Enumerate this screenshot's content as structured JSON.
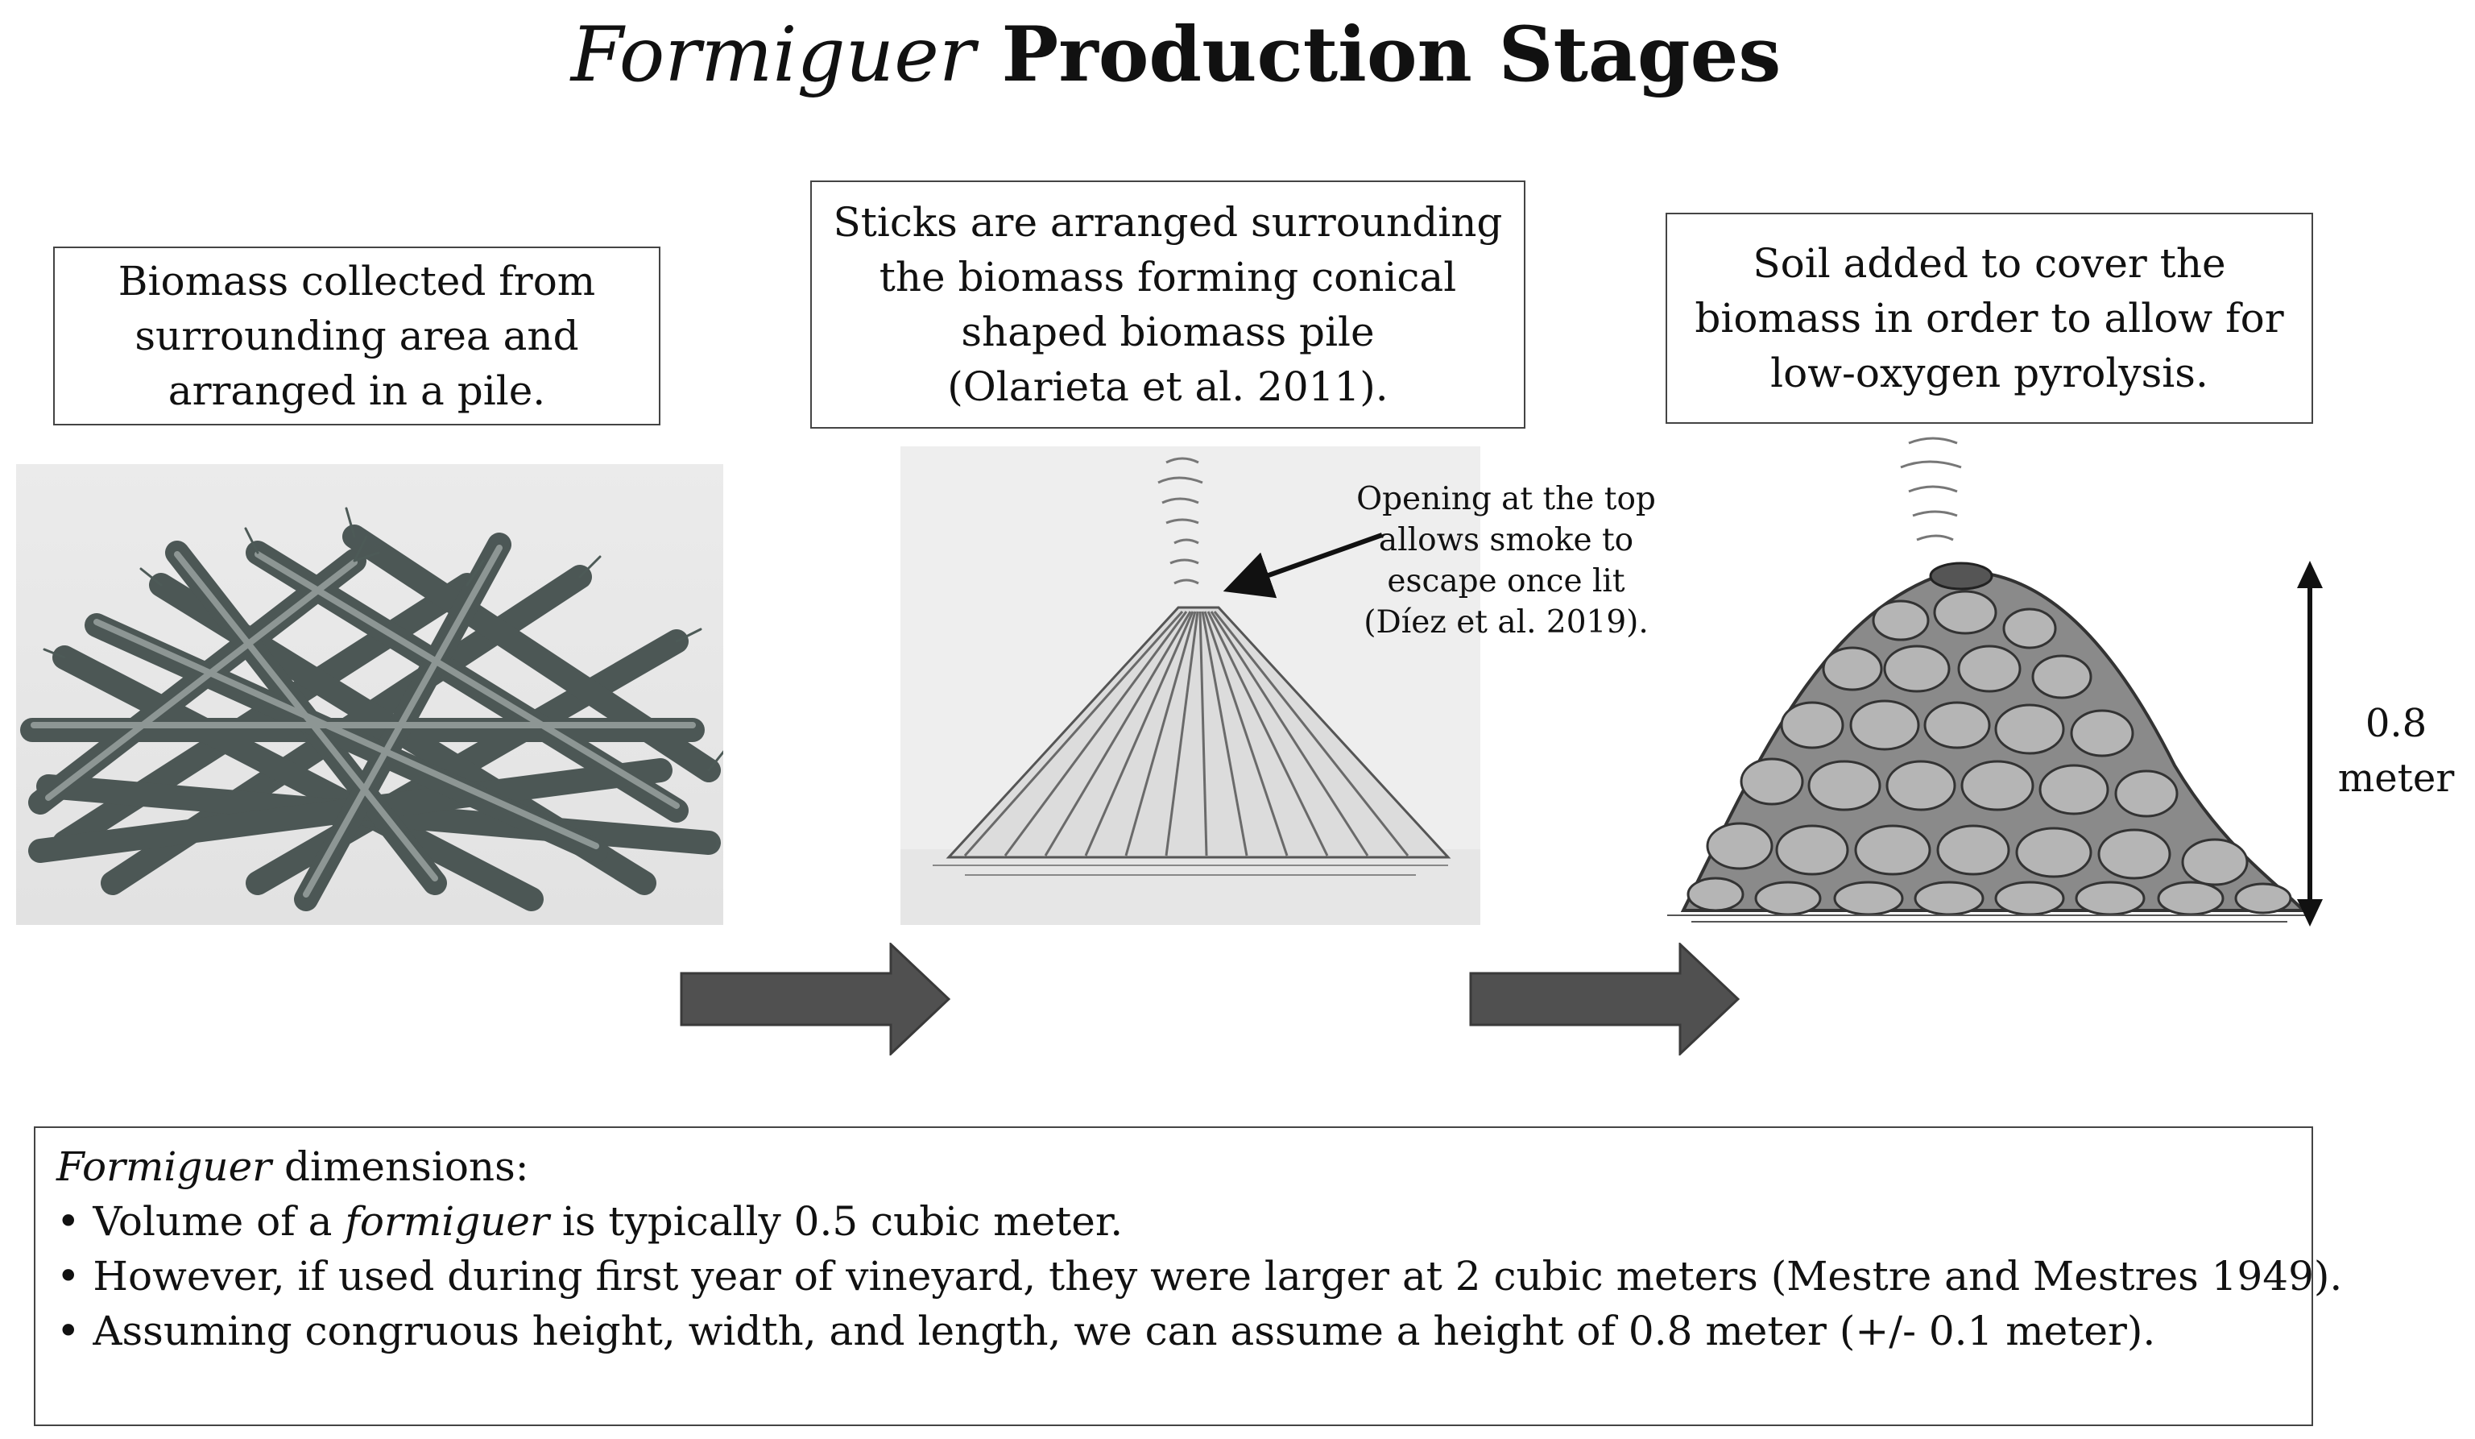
{
  "title": {
    "italic": "Formiguer",
    "rest": " Production Stages"
  },
  "stages": [
    {
      "text": "Biomass collected from\nsurrounding area and\narranged in a pile."
    },
    {
      "text": "Sticks are arranged surrounding\nthe biomass forming conical\nshaped biomass pile\n(Olarieta et al. 2011)."
    },
    {
      "text": "Soil added to cover the\nbiomass in order to allow for\nlow-oxygen pyrolysis."
    }
  ],
  "annotation": "Opening at the top\nallows smoke to\nescape once lit\n(Díez et al. 2019).",
  "height_label": "0.8\nmeter",
  "dimensions": {
    "heading_italic": "Formiguer",
    "heading_rest": " dimensions:",
    "bullet1_pre": "• Volume of a ",
    "bullet1_italic": "formiguer",
    "bullet1_post": " is typically 0.5 cubic meter.",
    "bullet2": "• However, if used during first year of vineyard, they were larger at 2 cubic meters (Mestre and Mestres 1949).",
    "bullet3": "• Assuming congruous height, width, and length, we can assume a height of 0.8 meter (+/- 0.1 meter)."
  },
  "colors": {
    "arrow_fill": "#505050",
    "arrow_stroke": "#3a3a3a",
    "box_border": "#444444"
  }
}
